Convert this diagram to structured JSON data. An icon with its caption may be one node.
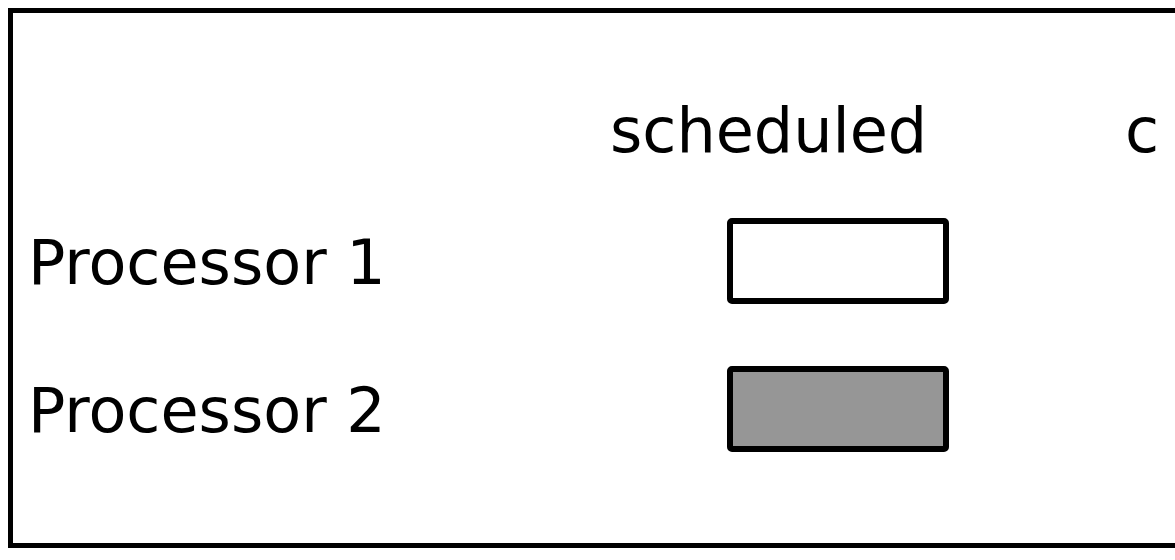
{
  "diagram": {
    "labels": [
      "scheduled",
      "c"
    ],
    "legend": [
      {
        "text": "Processor 1",
        "color": "#ffffff"
      },
      {
        "text": "Processor 2",
        "color": "#969696"
      }
    ]
  }
}
